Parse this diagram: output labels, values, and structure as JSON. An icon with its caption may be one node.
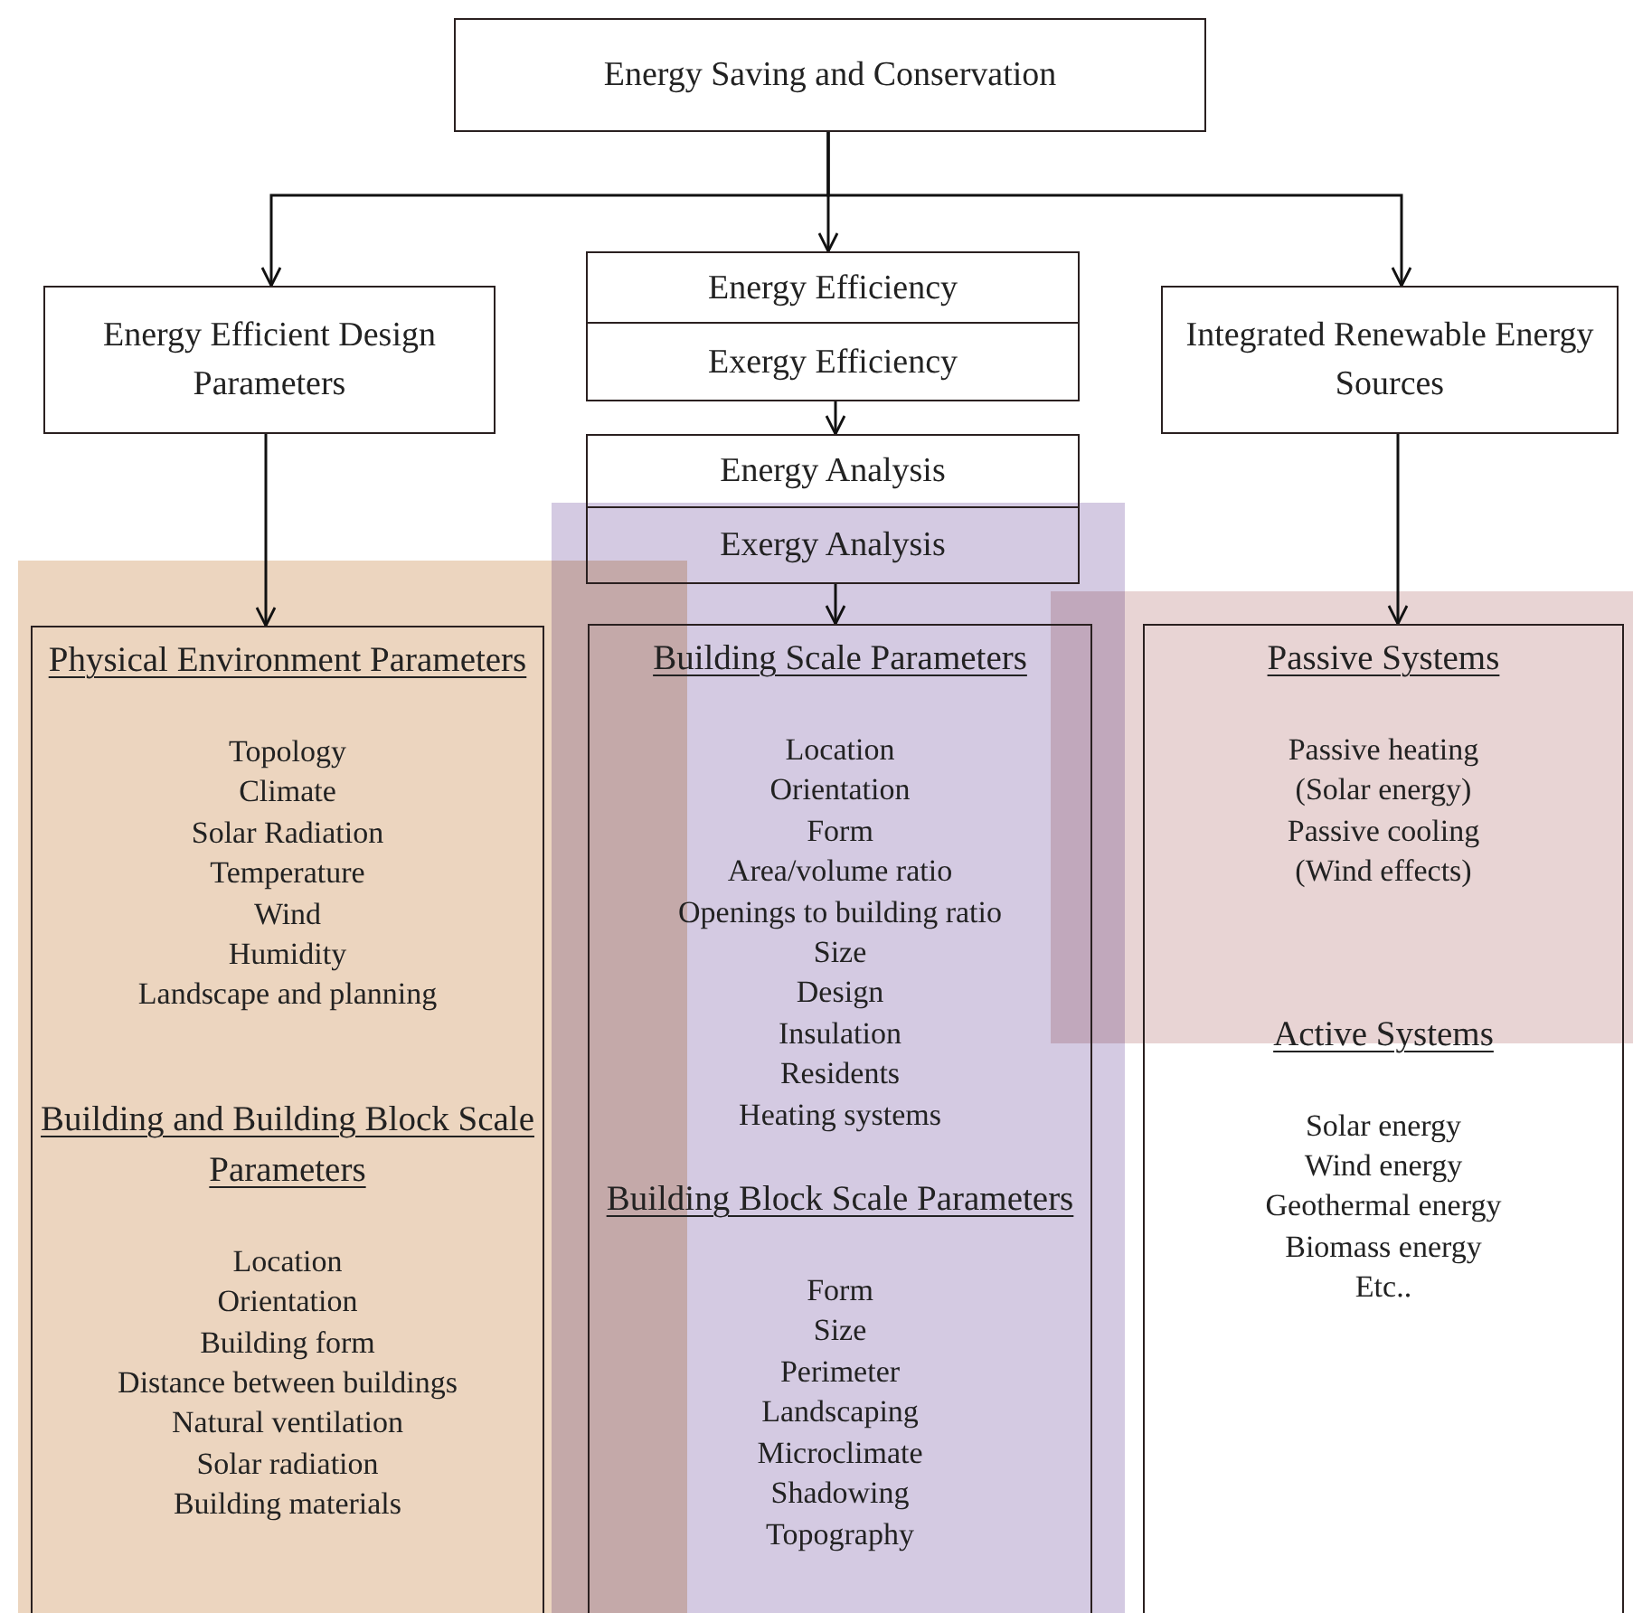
{
  "diagram": {
    "nodes": [
      {
        "text": [
          "Energy Saving and Conservation"
        ]
      },
      {
        "text": [
          "Energy Efficient Design Parameters"
        ]
      },
      {
        "text": [
          "Energy Efficiency"
        ]
      },
      {
        "text": [
          "Exergy Efficiency"
        ]
      },
      {
        "text": [
          "Energy Analysis"
        ]
      },
      {
        "text": [
          "Exergy Analysis"
        ]
      },
      {
        "text": [
          "Integrated Renewable Energy Sources"
        ]
      },
      {
        "text": [
          "Physical Environment Parameters",
          "Topology",
          "Climate",
          "Solar Radiation",
          "Temperature",
          "Wind",
          "Humidity",
          "Landscape and planning",
          "Building and Building Block Scale Parameters",
          "Location",
          "Orientation",
          "Building form",
          "Distance between buildings",
          "Natural ventilation",
          "Solar radiation",
          "Building materials"
        ]
      },
      {
        "text": [
          "Building Scale Parameters",
          "Location",
          "Orientation",
          "Form",
          "Area/volume ratio",
          "Openings to building ratio",
          "Size",
          "Design",
          "Insulation",
          "Residents",
          "Heating systems",
          "Building Block Scale Parameters",
          "Form",
          "Size",
          "Perimeter",
          "Landscaping",
          "Microclimate",
          "Shadowing",
          "Topography"
        ]
      },
      {
        "text": [
          "Passive Systems",
          "Passive heating",
          "(Solar energy)",
          "Passive cooling",
          "(Wind effects)",
          "Active Systems",
          "Solar energy",
          "Wind energy",
          "Geothermal energy",
          "Biomass energy",
          "Etc.."
        ]
      }
    ],
    "edges": [
      {
        "from": 0,
        "to": 1,
        "arrow": "to"
      },
      {
        "from": 0,
        "to": 2,
        "arrow": "to"
      },
      {
        "from": 0,
        "to": 6,
        "arrow": "to"
      },
      {
        "from": 3,
        "to": 4,
        "arrow": "to"
      },
      {
        "from": 1,
        "to": 7,
        "arrow": "to"
      },
      {
        "from": 5,
        "to": 8,
        "arrow": "to"
      },
      {
        "from": 6,
        "to": 9,
        "arrow": "to"
      }
    ]
  }
}
